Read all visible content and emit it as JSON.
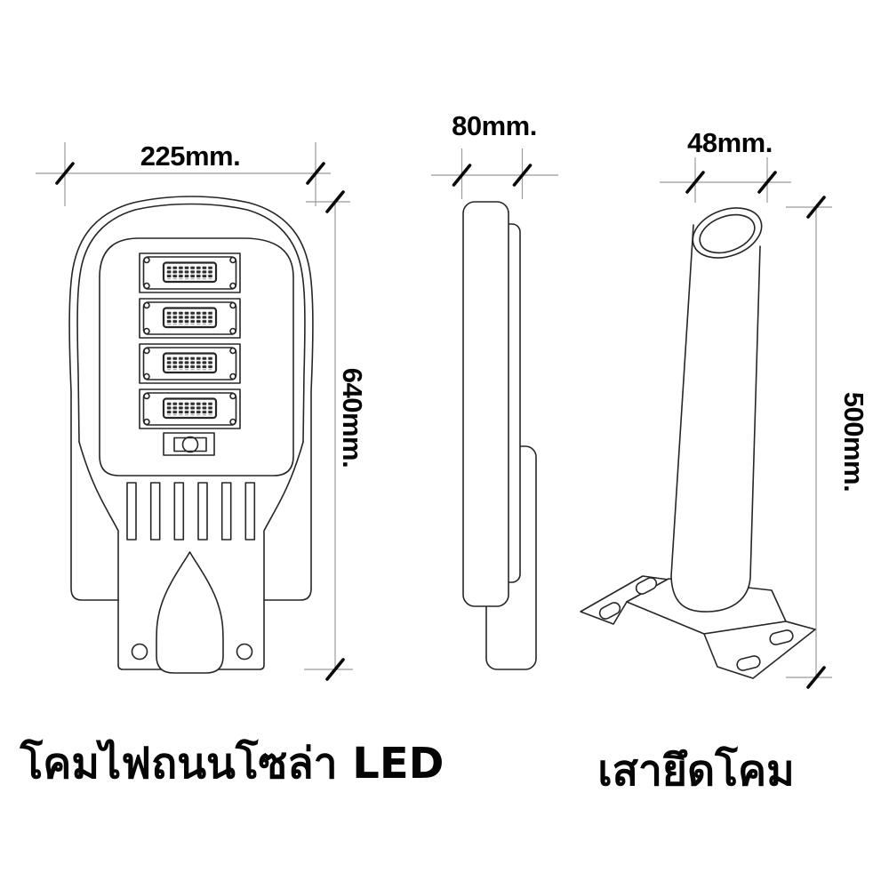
{
  "page": {
    "background_color": "#ffffff",
    "line_color": "#262626",
    "dimension_line_color": "#9b9b9b",
    "text_color": "#050505"
  },
  "views": {
    "front": {
      "name": "solar-street-light-front-view",
      "caption": "โคมไฟถนนโซล่า LED",
      "dim_width": "225mm.",
      "dim_height": "640mm.",
      "led_module_count": 4
    },
    "side": {
      "name": "solar-street-light-side-view",
      "dim_depth": "80mm."
    },
    "pole": {
      "name": "mounting-pole-view",
      "caption": "เสายึดโคม",
      "dim_diameter": "48mm.",
      "dim_height": "500mm."
    }
  }
}
